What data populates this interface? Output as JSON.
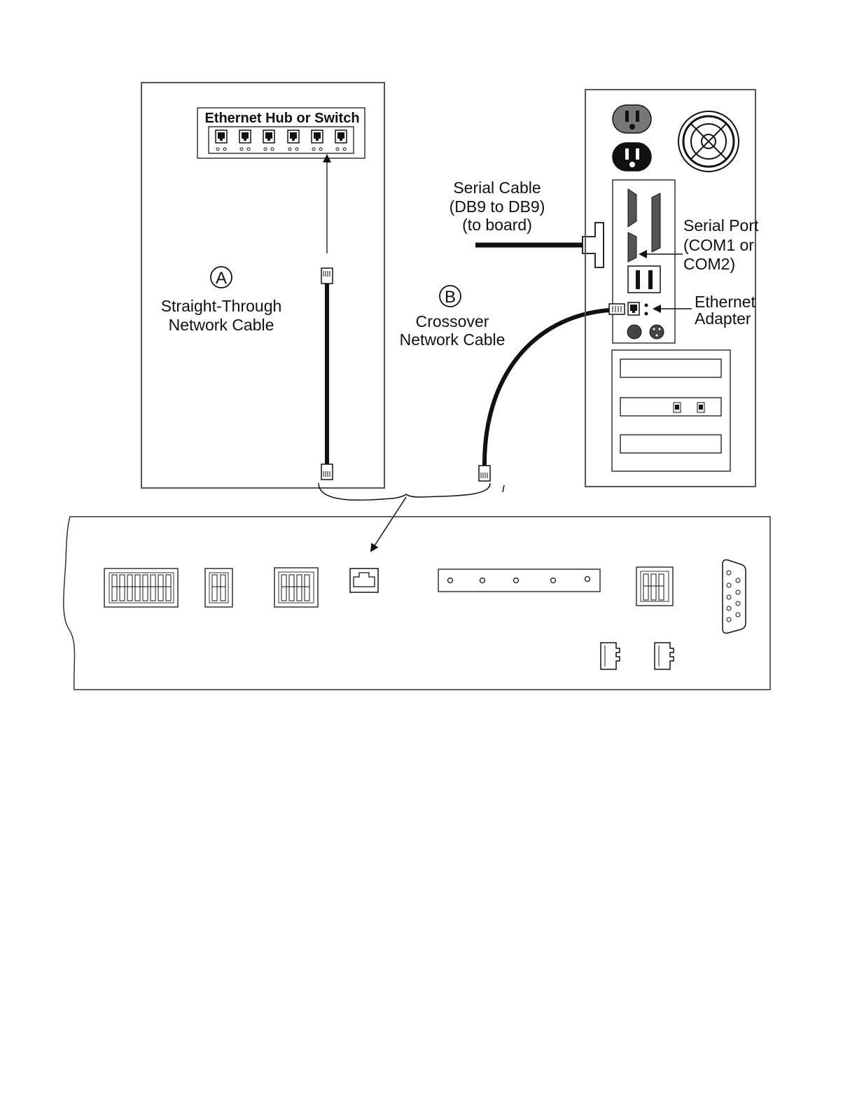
{
  "labels": {
    "hub": "Ethernet Hub or Switch",
    "callout_a": "A",
    "cable_a_line1": "Straight-Through",
    "cable_a_line2": "Network Cable",
    "callout_b": "B",
    "cable_b_line1": "Crossover",
    "cable_b_line2": "Network Cable",
    "serial_line1": "Serial Cable",
    "serial_line2": "(DB9 to DB9)",
    "serial_line3": "(to board)",
    "serial_port_line1": "Serial Port",
    "serial_port_line2": "(COM1 or",
    "serial_port_line3": "COM2)",
    "ethernet_line1": "Ethernet",
    "ethernet_line2": "Adapter"
  },
  "icons": {
    "hub_port": "rj45-port-icon",
    "power_outlet": "power-outlet-icon",
    "fan": "fan-icon",
    "db9": "db9-connector-icon",
    "rj45_plug": "rj45-plug-icon"
  },
  "colors": {
    "line": "#222222",
    "outlet_grey": "#777777",
    "outlet_black": "#111111"
  }
}
